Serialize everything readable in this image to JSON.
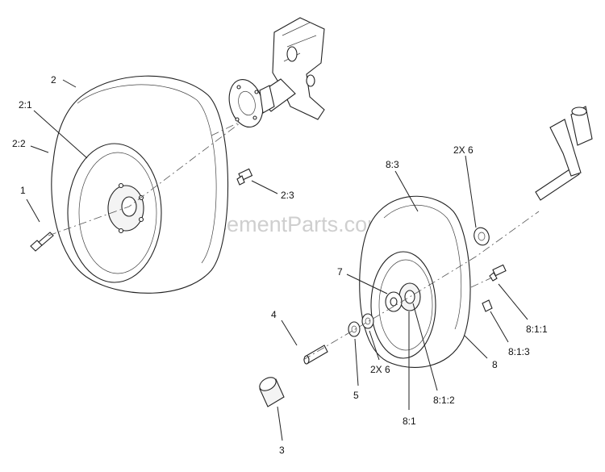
{
  "watermark": "eReplacementParts.com",
  "callouts": {
    "c2": "2",
    "c2_1": "2:1",
    "c2_2": "2:2",
    "c1": "1",
    "c2_3": "2:3",
    "c8_3": "8:3",
    "c2x6_top": "2X 6",
    "c7": "7",
    "c4": "4",
    "c2x6_bottom": "2X 6",
    "c5": "5",
    "c3": "3",
    "c8_1": "8:1",
    "c8_1_2": "8:1:2",
    "c8": "8",
    "c8_1_3": "8:1:3",
    "c8_1_1": "8:1:1"
  }
}
